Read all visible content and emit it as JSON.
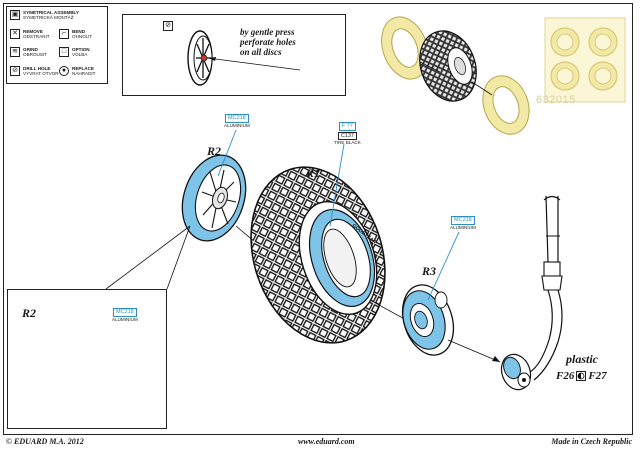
{
  "legend": {
    "header": {
      "line1": "SYMETRICAL ASSEMBLY",
      "line2": "SYMETRICKÁ MONTÁŽ"
    },
    "items": [
      {
        "icon": "remove-icon",
        "line1": "REMOVE",
        "line2": "ODSTRANIT"
      },
      {
        "icon": "bend-icon",
        "line1": "BEND",
        "line2": "OHNOUT"
      },
      {
        "icon": "grind-icon",
        "line1": "GRIND",
        "line2": "OBROUSIT"
      },
      {
        "icon": "option-icon",
        "line1": "OPTION",
        "line2": "VOLBA"
      },
      {
        "icon": "drill-icon",
        "line1": "DRILL HOLE",
        "line2": "VYVRAT OTVOR"
      },
      {
        "icon": "replace-icon",
        "line1": "REPLACE",
        "line2": "NAHRADIT"
      }
    ]
  },
  "top_inset": {
    "note_line1": "by gentle press",
    "note_line2": "perforate holes",
    "note_line3": "on all discs"
  },
  "catalog_number": "632015",
  "parts": {
    "r1": "R1",
    "r2": "R2",
    "r3": "R3",
    "r2_inset": "R2"
  },
  "callouts": {
    "r2_top": {
      "code": "MC218",
      "material": "ALUMINIUM"
    },
    "r1": {
      "code": "F 77",
      "code2": "C137",
      "material": "TIRE BLACK"
    },
    "r3": {
      "code": "MC218",
      "material": "ALUMINIUM"
    },
    "r2_inset": {
      "code": "MC218",
      "material": "ALUMINIUM"
    }
  },
  "tire_text": "GOODYEAR",
  "plastic": {
    "label": "plastic",
    "part_a": "F26",
    "part_b": "F27"
  },
  "footer": {
    "left": "© EDUARD M.A. 2012",
    "center": "www.eduard.com",
    "right": "Made in Czech Republic"
  },
  "colors": {
    "blue": "#7ec4e8",
    "line_blue": "#2b8fc7",
    "mask_yellow": "#f3e9a6",
    "mask_outline": "#c9b95a"
  }
}
